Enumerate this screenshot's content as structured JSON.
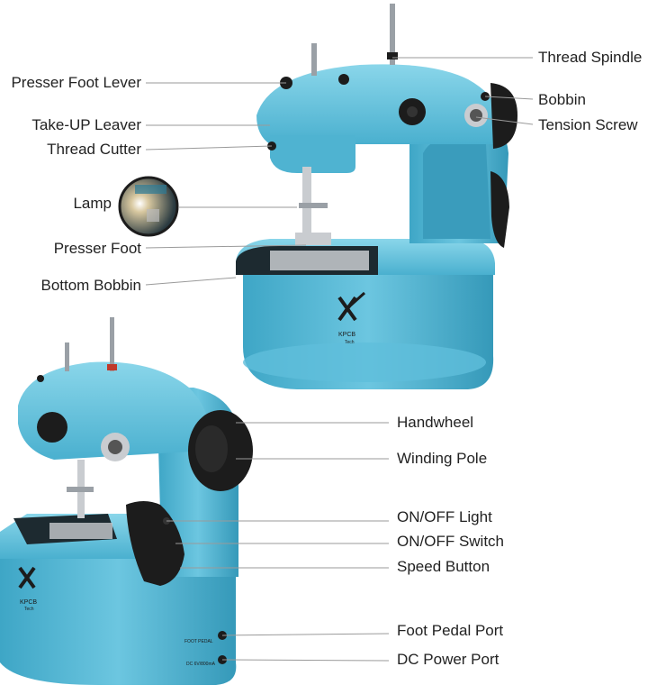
{
  "colors": {
    "body": "#4fb3d1",
    "body_light": "#7fd0e6",
    "body_dark": "#2f8fae",
    "knob": "#1c1c1c",
    "metal": "#c9ccd0",
    "leader": "#9a9a9a"
  },
  "brand": {
    "name": "KPCB",
    "sub": "Tech"
  },
  "port_labels": {
    "foot_pedal": "FOOT PEDAL",
    "dc_power": "DC 6V/800mA"
  },
  "labels": {
    "top_left": [
      {
        "id": "presser-foot-lever",
        "text": "Presser Foot Lever"
      },
      {
        "id": "take-up-leaver",
        "text": "Take-UP Leaver"
      },
      {
        "id": "thread-cutter",
        "text": "Thread Cutter"
      },
      {
        "id": "lamp",
        "text": "Lamp"
      },
      {
        "id": "presser-foot",
        "text": "Presser Foot"
      },
      {
        "id": "bottom-bobbin",
        "text": "Bottom Bobbin"
      }
    ],
    "top_right": [
      {
        "id": "thread-spindle",
        "text": "Thread Spindle"
      },
      {
        "id": "bobbin",
        "text": "Bobbin"
      },
      {
        "id": "tension-screw",
        "text": "Tension Screw"
      }
    ],
    "bottom_right": [
      {
        "id": "handwheel",
        "text": "Handwheel"
      },
      {
        "id": "winding-pole",
        "text": "Winding Pole"
      },
      {
        "id": "on-off-light",
        "text": "ON/OFF Light"
      },
      {
        "id": "on-off-switch",
        "text": "ON/OFF Switch"
      },
      {
        "id": "speed-button",
        "text": "Speed Button"
      },
      {
        "id": "foot-pedal-port",
        "text": "Foot Pedal Port"
      },
      {
        "id": "dc-power-port",
        "text": "DC Power Port"
      }
    ]
  }
}
